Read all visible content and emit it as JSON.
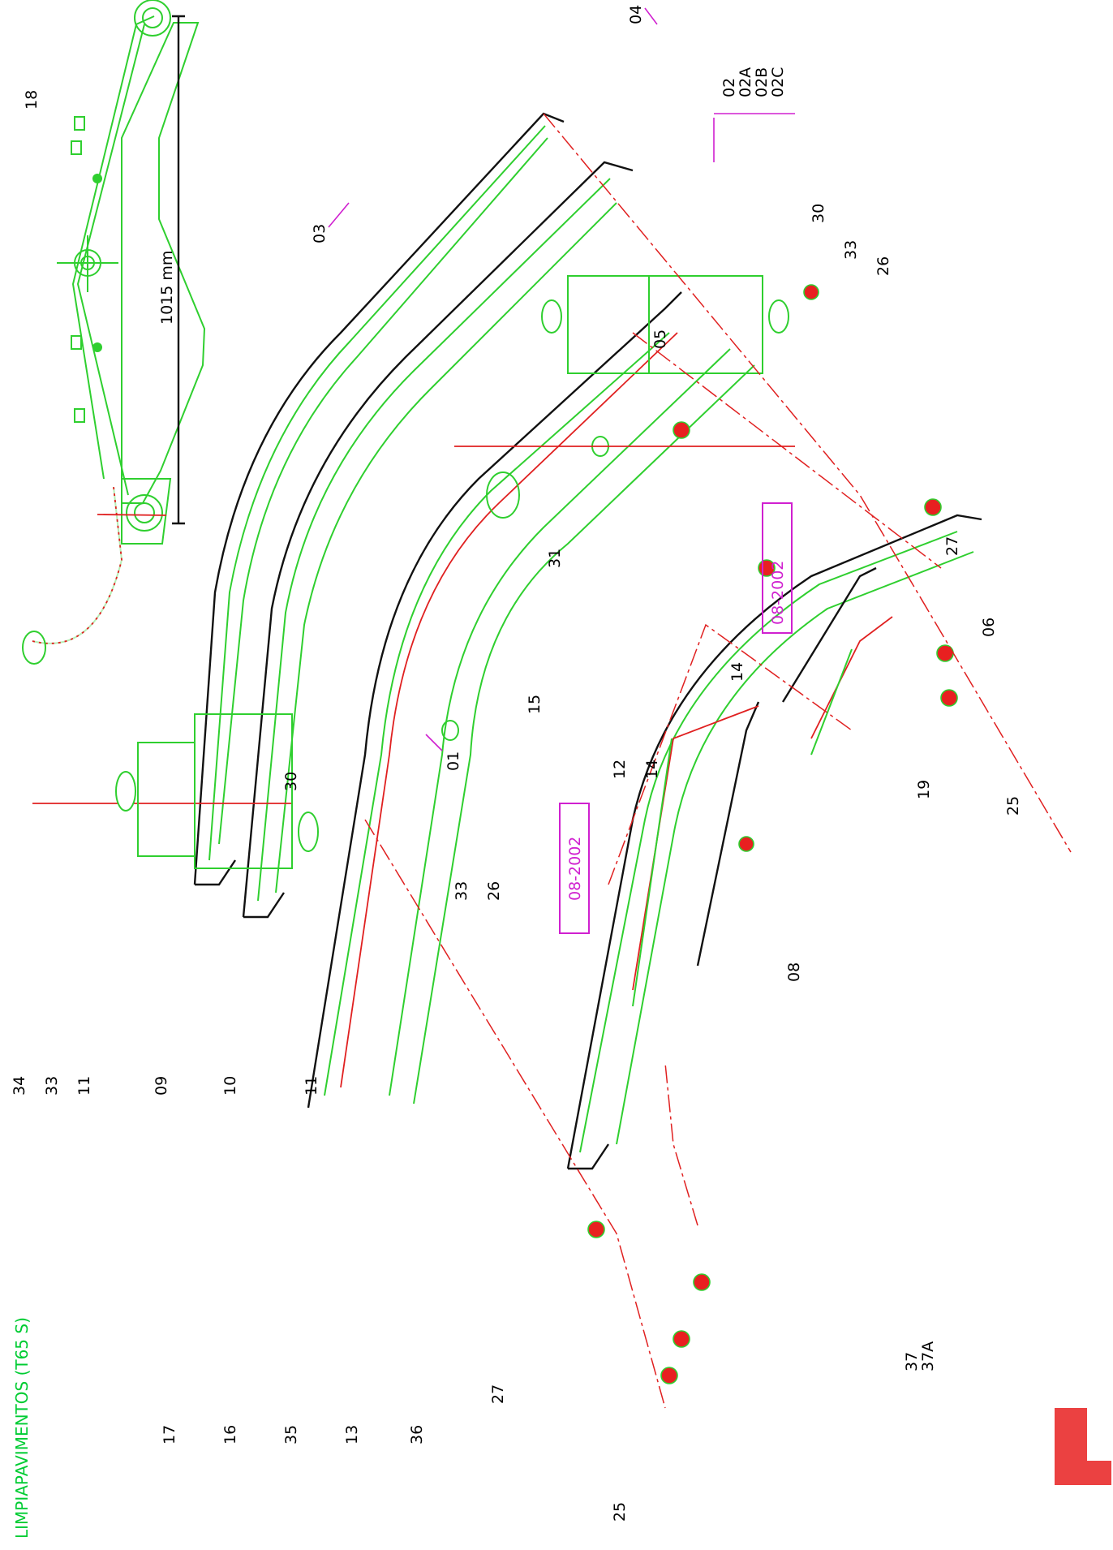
{
  "title": "LIMPIAPAVIMENTOS (T65 S)",
  "dimension": "1015 mm",
  "labels": {
    "p01": "01",
    "p02": "02",
    "p02A": "02A",
    "p02B": "02B",
    "p02C": "02C",
    "p03": "03",
    "p04": "04",
    "p05": "05",
    "p06": "06",
    "p08": "08",
    "p09": "09",
    "p10": "10",
    "p11a": "11",
    "p11b": "11",
    "p12": "12",
    "p13": "13",
    "p14a": "14",
    "p14b": "14",
    "p15": "15",
    "p16": "16",
    "p17": "17",
    "p18": "18",
    "p19": "19",
    "p25a": "25",
    "p25b": "25",
    "p26a": "26",
    "p26b": "26",
    "p27a": "27",
    "p27b": "27",
    "p30a": "30",
    "p30b": "30",
    "p31": "31",
    "p33a": "33",
    "p33b": "33",
    "p33c": "33",
    "p34": "34",
    "p35": "35",
    "p36": "36",
    "p37": "37",
    "p37A": "37A"
  },
  "notes": {
    "date_after": "08-2002",
    "date_before": "08-2002"
  },
  "colors": {
    "part_outline": "#2fcf2f",
    "edge": "#111111",
    "axis": "#e02020",
    "leader": "#d020d0",
    "logo": "#e02020"
  }
}
